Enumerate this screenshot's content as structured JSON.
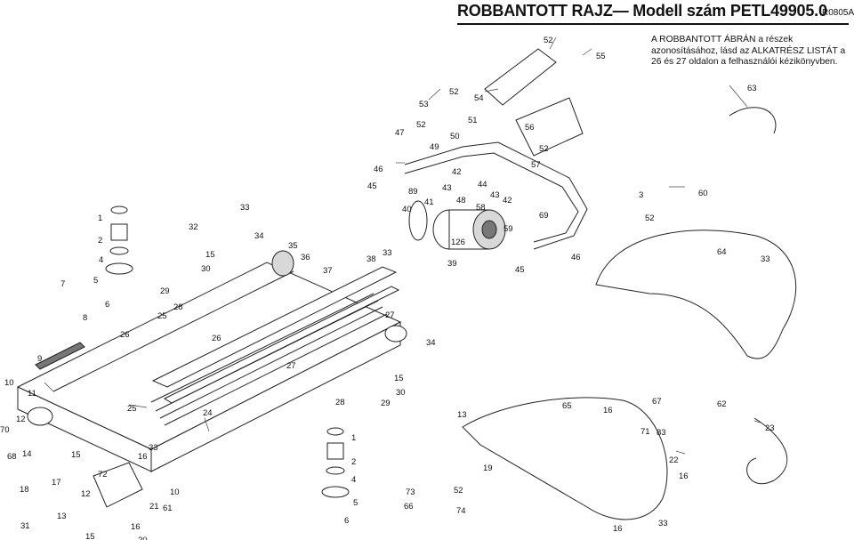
{
  "header": {
    "title": "ROBBANTOTT RAJZ— Modell szám PETL49905.0",
    "code": "R0805A",
    "note": "A ROBBANTOTT ÁBRÁN a részek azonosításához, lásd az ALKATRÉSZ LISTÁT a 26 és 27 oldalon a felhasználói kézikönyvben."
  },
  "callouts": [
    "52",
    "55",
    "54",
    "53",
    "52",
    "63",
    "51",
    "50",
    "47",
    "52",
    "56",
    "49",
    "52",
    "57",
    "46",
    "42",
    "43",
    "44",
    "45",
    "89",
    "43",
    "42",
    "3",
    "60",
    "48",
    "41",
    "40",
    "58",
    "69",
    "52",
    "59",
    "126",
    "33",
    "39",
    "46",
    "45",
    "33",
    "1",
    "32",
    "34",
    "2",
    "15",
    "35",
    "36",
    "64",
    "38",
    "33",
    "4",
    "30",
    "37",
    "7",
    "5",
    "29",
    "28",
    "6",
    "25",
    "27",
    "8",
    "26",
    "26",
    "9",
    "34",
    "27",
    "15",
    "10",
    "30",
    "11",
    "28",
    "29",
    "12",
    "25",
    "24",
    "65",
    "16",
    "67",
    "62",
    "70",
    "13",
    "33",
    "23",
    "71",
    "83",
    "68",
    "14",
    "15",
    "16",
    "22",
    "72",
    "19",
    "16",
    "18",
    "17",
    "12",
    "10",
    "21",
    "61",
    "5",
    "73",
    "52",
    "66",
    "74",
    "13",
    "16",
    "31",
    "6",
    "15",
    "20",
    "16",
    "33",
    "1",
    "2",
    "4"
  ]
}
